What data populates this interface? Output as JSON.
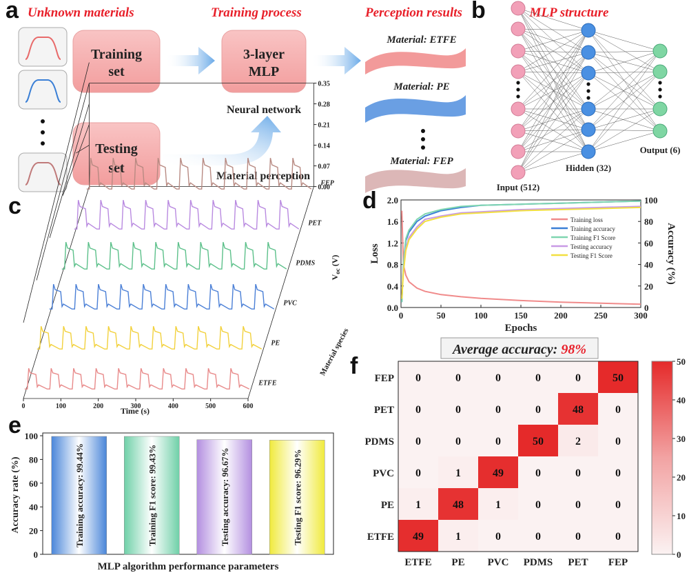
{
  "panel_a": {
    "letter": "a",
    "heading_unknown": "Unknown materials",
    "heading_training": "Training process",
    "heading_results": "Perception results",
    "box_training": [
      "Training",
      "set"
    ],
    "box_testing": [
      "Testing",
      "set"
    ],
    "box_mlp": [
      "3-layer",
      "MLP"
    ],
    "label_neural": "Neural network",
    "label_perception": "Material perception",
    "result_1": "Material: ETFE",
    "result_2": "Material: PE",
    "result_3": "Material: FEP",
    "colors": {
      "heading": "#e8202a",
      "box": "#f7b7b7",
      "etfe": "#f08a8a",
      "pe": "#6a9fe3",
      "fep": "#d9b3b3"
    }
  },
  "panel_b": {
    "letter": "b",
    "heading": "MLP structure",
    "input_label": "Input (512)",
    "hidden_label": "Hidden (32)",
    "output_label": "Output (6)",
    "colors": {
      "input": "#f2a0b8",
      "hidden": "#4a90e2",
      "output": "#7fd6a3"
    }
  },
  "panel_c": {
    "letter": "c",
    "xlabel": "Time (s)",
    "x_ticks": [
      "0",
      "100",
      "200",
      "300",
      "400",
      "500",
      "600"
    ],
    "z_ticks": [
      "0.00",
      "0.07",
      "0.14",
      "0.21",
      "0.28",
      "0.35"
    ],
    "z_label": "V",
    "z_label_sub": "oc",
    "z_label_unit": " (V)",
    "species_label": "Material species",
    "species": [
      "ETFE",
      "PE",
      "PVC",
      "PDMS",
      "PET",
      "FEP"
    ],
    "series_colors": [
      "#e88a8a",
      "#f2d13c",
      "#4a7fd6",
      "#5cc08a",
      "#b98ae0",
      "#b88a82"
    ]
  },
  "chart_data": [
    {
      "panel": "d",
      "type": "line",
      "xlabel": "Epochs",
      "ylabel": "Loss",
      "y2label": "Accuracy (%)",
      "xlim": [
        0,
        300
      ],
      "ylim": [
        0.0,
        2.0
      ],
      "y2lim": [
        0,
        100
      ],
      "x_ticks": [
        "0",
        "50",
        "100",
        "150",
        "200",
        "250",
        "300"
      ],
      "y_ticks": [
        "0.0",
        "0.4",
        "0.8",
        "1.2",
        "1.6",
        "2.0"
      ],
      "y2_ticks": [
        "0",
        "20",
        "40",
        "60",
        "80",
        "100"
      ],
      "legend": [
        "Training loss",
        "Training accuracy",
        "Training F1 Score",
        "Testing accuracy",
        "Testing F1 Score"
      ],
      "series": [
        {
          "name": "Training loss",
          "color": "#f08a8a",
          "axis": "left",
          "x": [
            1,
            3,
            6,
            10,
            20,
            30,
            50,
            75,
            100,
            150,
            200,
            250,
            300
          ],
          "values": [
            1.8,
            0.8,
            0.6,
            0.48,
            0.36,
            0.3,
            0.24,
            0.2,
            0.17,
            0.13,
            0.1,
            0.08,
            0.06
          ]
        },
        {
          "name": "Training accuracy",
          "color": "#3a7fd6",
          "axis": "right",
          "x": [
            1,
            3,
            6,
            10,
            20,
            30,
            50,
            75,
            100,
            150,
            200,
            250,
            300
          ],
          "values": [
            5,
            40,
            62,
            70,
            80,
            85,
            90,
            93,
            95,
            96,
            97,
            98,
            99
          ]
        },
        {
          "name": "Training F1 Score",
          "color": "#7fd6b0",
          "axis": "right",
          "x": [
            1,
            3,
            6,
            10,
            20,
            30,
            50,
            75,
            100,
            150,
            200,
            250,
            300
          ],
          "values": [
            5,
            42,
            64,
            72,
            82,
            87,
            91,
            94,
            95,
            96,
            97,
            98,
            99
          ]
        },
        {
          "name": "Testing accuracy",
          "color": "#c89ae6",
          "axis": "right",
          "x": [
            1,
            3,
            6,
            10,
            20,
            30,
            50,
            75,
            100,
            150,
            200,
            250,
            300
          ],
          "values": [
            10,
            35,
            55,
            65,
            75,
            82,
            85,
            88,
            89,
            91,
            92,
            93,
            94
          ]
        },
        {
          "name": "Testing F1 Score",
          "color": "#f2e040",
          "axis": "right",
          "x": [
            1,
            3,
            6,
            10,
            20,
            30,
            50,
            75,
            100,
            150,
            200,
            250,
            300
          ],
          "values": [
            8,
            33,
            53,
            63,
            73,
            80,
            84,
            87,
            88,
            90,
            91,
            92,
            93
          ]
        }
      ]
    },
    {
      "panel": "e",
      "type": "bar",
      "ylabel": "Accuracy rate (%)",
      "xlabel": "MLP algorithm performance parameters",
      "ylim": [
        0,
        100
      ],
      "y_ticks": [
        "0",
        "20",
        "40",
        "60",
        "80",
        "100"
      ],
      "categories": [
        "Training accuracy: 99.44%",
        "Training F1 score: 99.43%",
        "Testing accuracy: 96.67%",
        "Testing F1 score: 96.29%"
      ],
      "values": [
        99.44,
        99.43,
        96.67,
        96.29
      ],
      "colors": [
        "#4a86d9",
        "#6fd0a8",
        "#b38fe0",
        "#f0ea3c"
      ]
    },
    {
      "panel": "f",
      "type": "heatmap",
      "title_prefix": "Average accuracy: ",
      "title_value": "98%",
      "rows": [
        "FEP",
        "PET",
        "PDMS",
        "PVC",
        "PE",
        "ETFE"
      ],
      "cols": [
        "ETFE",
        "PE",
        "PVC",
        "PDMS",
        "PET",
        "FEP"
      ],
      "matrix": [
        [
          0,
          0,
          0,
          0,
          0,
          50
        ],
        [
          0,
          0,
          0,
          0,
          48,
          0
        ],
        [
          0,
          0,
          0,
          50,
          2,
          0
        ],
        [
          0,
          1,
          49,
          0,
          0,
          0
        ],
        [
          1,
          48,
          1,
          0,
          0,
          0
        ],
        [
          49,
          1,
          0,
          0,
          0,
          0
        ]
      ],
      "colorbar_ticks": [
        "0",
        "10",
        "20",
        "30",
        "40",
        "50"
      ],
      "vmin": 0,
      "vmax": 50,
      "color_max": "#e52a2a",
      "color_min": "#fbf2f2"
    }
  ],
  "letters": {
    "d": "d",
    "e": "e",
    "f": "f"
  }
}
